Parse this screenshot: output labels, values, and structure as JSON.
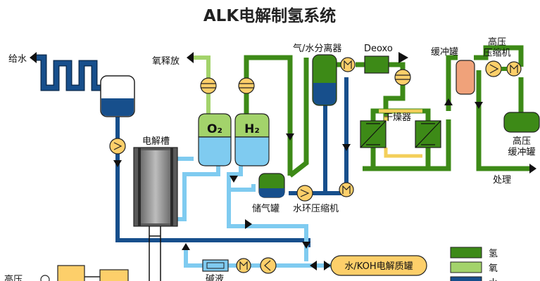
{
  "title": "ALK电解制氢系统",
  "labels": {
    "feed_water": "给水",
    "oxygen_vent": "氧释放",
    "electrolyzer": "电解槽",
    "o2": "O₂",
    "h2": "H₂",
    "gas_water_separator": "气/水分离器",
    "deoxo": "Deoxo",
    "buffer_tank": "缓冲罐",
    "hp_compressor": "高压\n压缩机",
    "dryer": "干燥器",
    "hp_buffer": "高压\n缓冲罐",
    "treatment": "处理",
    "storage_tank": "储气罐",
    "liquid_ring_compressor": "水环压缩机",
    "electrolyte_tank": "水/KOH电解质罐",
    "alkali_filter": "碱液",
    "hp_partial": "高压"
  },
  "legend": [
    {
      "label": "氢",
      "color": "#3d8a17"
    },
    {
      "label": "氧",
      "color": "#a3d36b"
    },
    {
      "label": "水",
      "color": "#174f8c"
    }
  ],
  "colors": {
    "hydrogen": "#3d8a17",
    "oxygen": "#a3d36b",
    "water": "#174f8c",
    "lye": "#7fcbf0",
    "dryer_line": "#f3cf5a",
    "buffer_orange": "#f0a27a",
    "tank_yellow": "#fdcf6a"
  }
}
